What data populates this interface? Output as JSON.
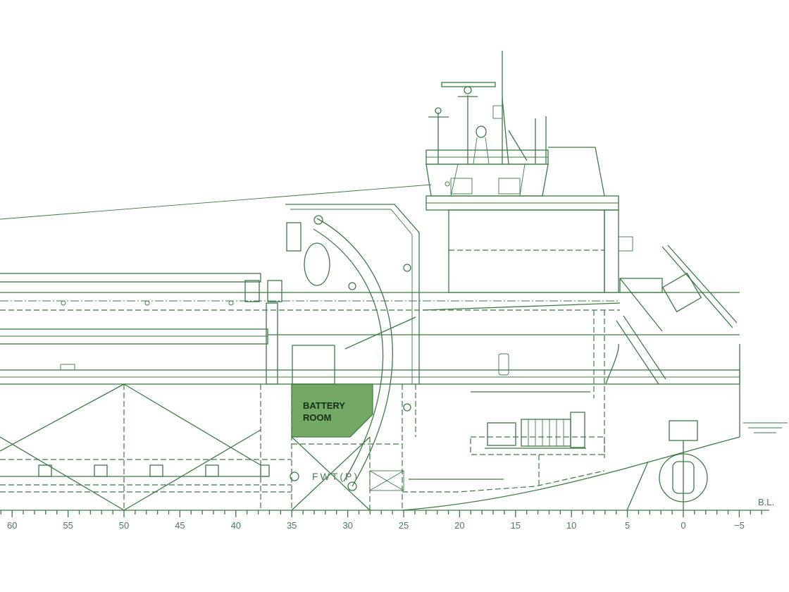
{
  "drawing": {
    "rooms": [
      {
        "label_line1": "BATTERY",
        "label_line2": "ROOM",
        "fill": "#73a964"
      }
    ],
    "tank_label": "FWT(P)",
    "baseline_label": "B.L.",
    "line_color": "#3d7a45",
    "frame_scale": {
      "major_ticks": [
        "60",
        "55",
        "50",
        "45",
        "40",
        "35",
        "30",
        "25",
        "20",
        "15",
        "10",
        "5",
        "0",
        "−5"
      ],
      "major_values": [
        60,
        55,
        50,
        45,
        40,
        35,
        30,
        25,
        20,
        15,
        10,
        5,
        0,
        -5
      ],
      "minor_range": [
        62,
        -7
      ]
    }
  }
}
